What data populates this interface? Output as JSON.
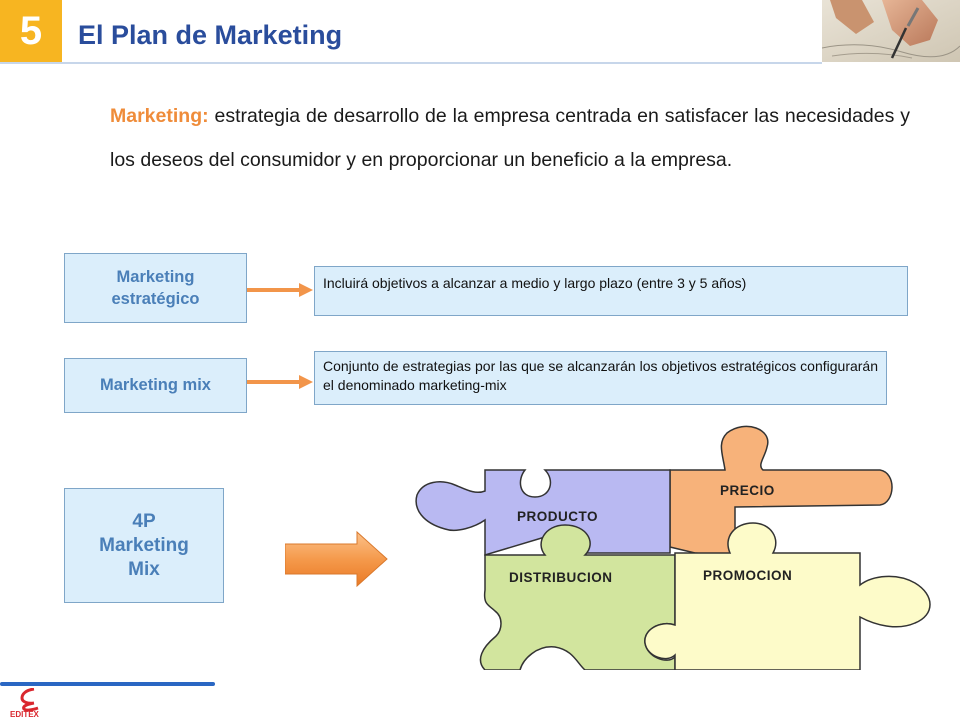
{
  "header": {
    "chapter_number": "5",
    "title": "El Plan de Marketing"
  },
  "definition": {
    "term": "Marketing:",
    "text": " estrategia de desarrollo de la empresa centrada en satisfacer las necesidades y los deseos del consumidor y en proporcionar un beneficio a la empresa."
  },
  "rows": [
    {
      "label": "Marketing estratégico",
      "description": "Incluirá objetivos a alcanzar a medio y largo plazo (entre 3 y 5 años)"
    },
    {
      "label": "Marketing mix",
      "description": "Conjunto de estrategias por las que se alcanzarán los objetivos estratégicos configurarán el denominado marketing-mix"
    }
  ],
  "mix_box": {
    "line1": "4P",
    "line2": "Marketing",
    "line3": "Mix"
  },
  "puzzle": {
    "pieces": [
      {
        "label": "PRODUCTO",
        "color": "#b9b9f2"
      },
      {
        "label": "PRECIO",
        "color": "#f7b27a"
      },
      {
        "label": "DISTRIBUCION",
        "color": "#d2e59e"
      },
      {
        "label": "PROMOCION",
        "color": "#fdfbc9"
      }
    ]
  },
  "colors": {
    "badge": "#f7b521",
    "title": "#2a4d9c",
    "term": "#ef8c3a",
    "box_fill": "#dbeefb",
    "box_text": "#4a7fb8",
    "arrow": "#f2954a"
  },
  "footer": {
    "logo_icon": "editex-logo-icon",
    "logo_text": "EDITEX"
  }
}
